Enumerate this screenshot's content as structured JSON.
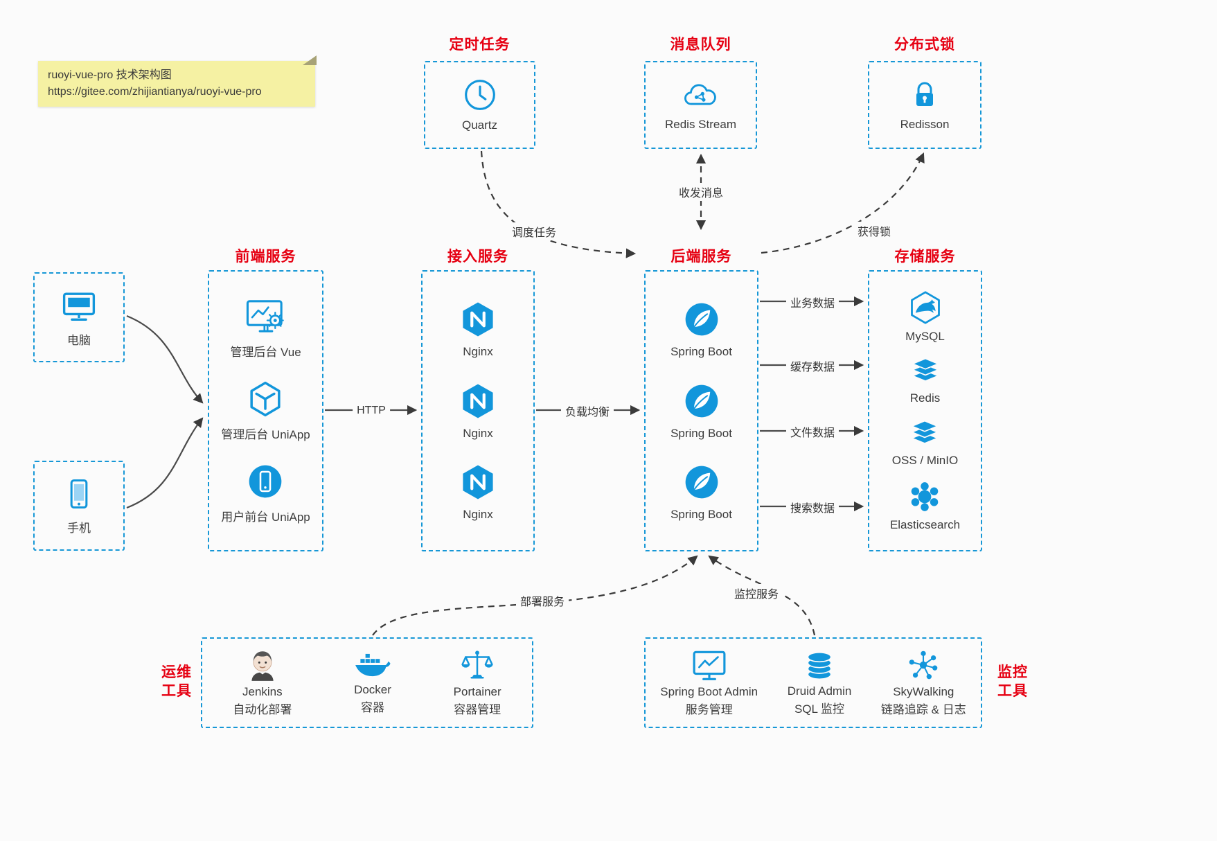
{
  "note": {
    "line1": "ruoyi-vue-pro 技术架构图",
    "line2": "https://gitee.com/zhijiantianya/ruoyi-vue-pro"
  },
  "colors": {
    "accent_blue": "#1296db",
    "title_red": "#e60012",
    "line_gray": "#3a3a3a",
    "note_yellow": "#f5f1a3"
  },
  "top_groups": [
    {
      "title": "定时任务",
      "item": {
        "label": "Quartz",
        "icon": "clock-icon"
      }
    },
    {
      "title": "消息队列",
      "item": {
        "label": "Redis Stream",
        "icon": "cloud-nodes-icon"
      }
    },
    {
      "title": "分布式锁",
      "item": {
        "label": "Redisson",
        "icon": "lock-icon"
      }
    }
  ],
  "clients": [
    {
      "label": "电脑",
      "icon": "desktop-icon"
    },
    {
      "label": "手机",
      "icon": "phone-icon"
    }
  ],
  "columns": {
    "frontend": {
      "title": "前端服务",
      "items": [
        {
          "label": "管理后台 Vue",
          "icon": "admin-vue-icon"
        },
        {
          "label": "管理后台 UniApp",
          "icon": "uniapp-icon"
        },
        {
          "label": "用户前台 UniApp",
          "icon": "user-uniapp-icon"
        }
      ]
    },
    "gateway": {
      "title": "接入服务",
      "items": [
        {
          "label": "Nginx",
          "icon": "nginx-icon"
        },
        {
          "label": "Nginx",
          "icon": "nginx-icon"
        },
        {
          "label": "Nginx",
          "icon": "nginx-icon"
        }
      ]
    },
    "backend": {
      "title": "后端服务",
      "items": [
        {
          "label": "Spring Boot",
          "icon": "spring-icon"
        },
        {
          "label": "Spring Boot",
          "icon": "spring-icon"
        },
        {
          "label": "Spring Boot",
          "icon": "spring-icon"
        }
      ]
    },
    "storage": {
      "title": "存储服务",
      "items": [
        {
          "label": "MySQL",
          "icon": "mysql-icon"
        },
        {
          "label": "Redis",
          "icon": "redis-stack-icon"
        },
        {
          "label": "OSS / MinIO",
          "icon": "storage-stack-icon"
        },
        {
          "label": "Elasticsearch",
          "icon": "elasticsearch-icon"
        }
      ]
    }
  },
  "bottom_groups": [
    {
      "title_line1": "运维",
      "title_line2": "工具",
      "items": [
        {
          "label1": "Jenkins",
          "label2": "自动化部署",
          "icon": "jenkins-icon"
        },
        {
          "label1": "Docker",
          "label2": "容器",
          "icon": "docker-icon"
        },
        {
          "label1": "Portainer",
          "label2": "容器管理",
          "icon": "portainer-icon"
        }
      ]
    },
    {
      "title_line1": "监控",
      "title_line2": "工具",
      "items": [
        {
          "label1": "Spring Boot Admin",
          "label2": "服务管理",
          "icon": "monitor-chart-icon"
        },
        {
          "label1": "Druid Admin",
          "label2": "SQL 监控",
          "icon": "database-icon"
        },
        {
          "label1": "SkyWalking",
          "label2": "链路追踪 & 日志",
          "icon": "topology-icon"
        }
      ]
    }
  ],
  "edges": {
    "schedule": "调度任务",
    "message": "收发消息",
    "lock": "获得锁",
    "http": "HTTP",
    "load_balance": "负载均衡",
    "business_data": "业务数据",
    "cache_data": "缓存数据",
    "file_data": "文件数据",
    "search_data": "搜索数据",
    "deploy": "部署服务",
    "monitor": "监控服务"
  }
}
